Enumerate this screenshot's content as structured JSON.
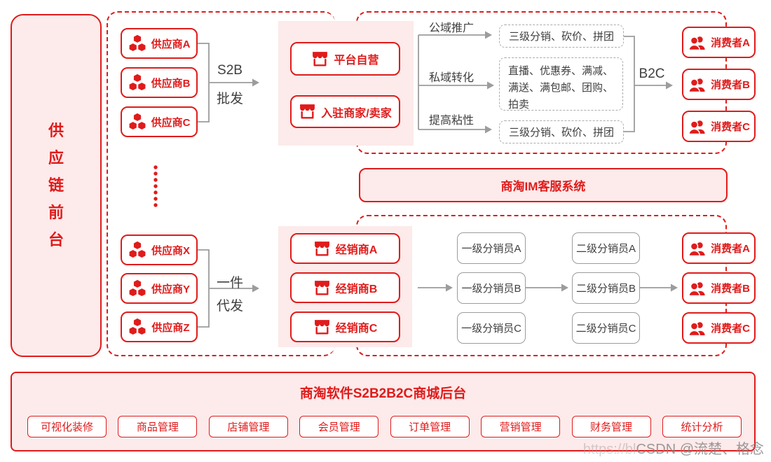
{
  "sidebar": {
    "chars": [
      "供",
      "应",
      "链",
      "前",
      "台"
    ]
  },
  "suppliers_top": [
    "供应商A",
    "供应商B",
    "供应商C"
  ],
  "suppliers_bottom": [
    "供应商X",
    "供应商Y",
    "供应商Z"
  ],
  "labels": {
    "s2b": "S2B",
    "pifa": "批发",
    "yijian": "一件",
    "daifa": "代发",
    "b2c": "B2C"
  },
  "platform": {
    "self_operated": "平台自营",
    "merchants": "入驻商家/卖家"
  },
  "strategies": [
    {
      "label": "公域推广",
      "target": "三级分销、砍价、拼团"
    },
    {
      "label": "私域转化",
      "target": "直播、优惠券、满减、满送、满包邮、团购、拍卖"
    },
    {
      "label": "提高粘性",
      "target": "三级分销、砍价、拼团"
    }
  ],
  "consumers_top": [
    "消费者A",
    "消费者B",
    "消费者C"
  ],
  "im_system": "商淘IM客服系统",
  "dealers": [
    "经销商A",
    "经销商B",
    "经销商C"
  ],
  "distributors_l1": [
    "一级分销员A",
    "一级分销员B",
    "一级分销员C"
  ],
  "distributors_l2": [
    "二级分销员A",
    "二级分销员B",
    "二级分销员C"
  ],
  "consumers_bottom": [
    "消费者A",
    "消费者B",
    "消费者C"
  ],
  "backend": {
    "title": "商淘软件S2B2B2C商城后台",
    "modules": [
      "可视化装修",
      "商品管理",
      "店铺管理",
      "会员管理",
      "订单管理",
      "营销管理",
      "财务管理",
      "统计分析"
    ]
  },
  "watermark": {
    "prefix": "https://bl",
    "text": "CSDN @流楚、格念"
  },
  "colors": {
    "red": "#e01b1b",
    "pink_fill": "#fdeaea",
    "gray_line": "#9c9c9c",
    "gray_dash_border": "#ababab",
    "dark_text": "#3f3f3f",
    "watermark_gray": "#9e9e9e"
  }
}
